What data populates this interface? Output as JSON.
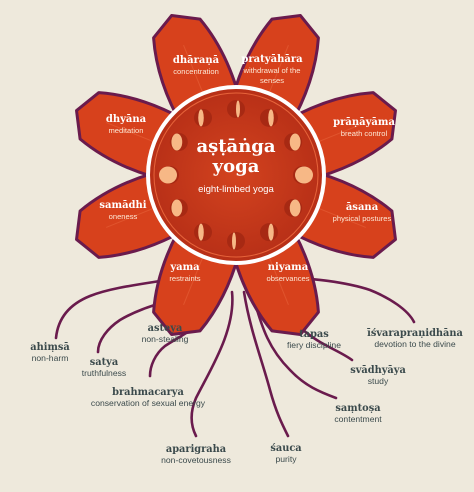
{
  "center": {
    "title": "aṣṭāṅga yoga",
    "title_line1": "aṣṭāṅga",
    "title_line2": "yoga",
    "subtitle": "eight-limbed yoga"
  },
  "limbs": [
    {
      "name": "yama",
      "desc": "restraints"
    },
    {
      "name": "niyama",
      "desc": "observances"
    },
    {
      "name": "āsana",
      "desc": "physical postures"
    },
    {
      "name": "prāṇāyāma",
      "desc": "breath control"
    },
    {
      "name": "pratyāhāra",
      "desc_line1": "withdrawal of the",
      "desc_line2": "senses"
    },
    {
      "name": "dhāraṇā",
      "desc": "concentration"
    },
    {
      "name": "dhyāna",
      "desc": "meditation"
    },
    {
      "name": "samādhi",
      "desc": "oneness"
    }
  ],
  "yamas": [
    {
      "name": "ahiṃsā",
      "desc": "non-harm"
    },
    {
      "name": "satya",
      "desc": "truthfulness"
    },
    {
      "name": "asteya",
      "desc": "non-stealing"
    },
    {
      "name": "brahmacarya",
      "desc": "conservation of sexual energy"
    },
    {
      "name": "aparigraha",
      "desc": "non-covetousness"
    }
  ],
  "niyamas": [
    {
      "name": "tapas",
      "desc": "fiery discipline"
    },
    {
      "name": "īśvarapraṇidhāna",
      "desc": "devotion to the divine"
    },
    {
      "name": "svādhyāya",
      "desc": "study"
    },
    {
      "name": "saṃtoṣa",
      "desc": "contentment"
    },
    {
      "name": "śauca",
      "desc": "purity"
    }
  ],
  "colors": {
    "background": "#eee9dc",
    "petal": "#d7411c",
    "petal_outline": "#6a1b4d",
    "center": "#c5361a",
    "root": "#6a1b4d",
    "root_text": "#3b4a4c"
  }
}
